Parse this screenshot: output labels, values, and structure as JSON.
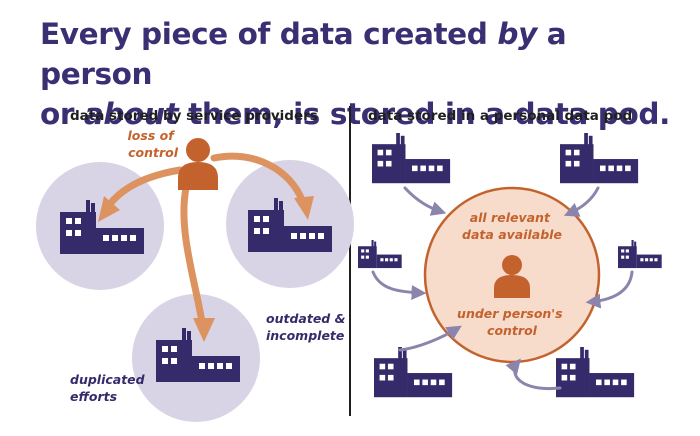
{
  "headline": {
    "line1_pre": "Every piece of data created ",
    "line1_em": "by",
    "line1_post": " a person",
    "line2_pre": "or ",
    "line2_em": "about",
    "line2_post": " them, is stored in a data pod."
  },
  "left_panel": {
    "heading": "data stored by service providers",
    "loss_of_control": [
      "loss of",
      "control"
    ],
    "outdated": [
      "outdated &",
      "incomplete"
    ],
    "duplicated": [
      "duplicated",
      "efforts"
    ]
  },
  "right_panel": {
    "heading": "data stored in a personal data pod",
    "all_relevant": [
      "all relevant",
      "data available"
    ],
    "under_control": [
      "under person's",
      "control"
    ]
  },
  "colors": {
    "headline": "#3a2f72",
    "factory": "#352b6b",
    "window": "#ffffff",
    "person": "#c4622d",
    "arrow_left": "#dc9360",
    "label_orange": "#c4622d",
    "label_purple": "#352b6b",
    "circle_bg": "#d8d4e6",
    "pod_fill": "#f7dccc",
    "pod_stroke": "#c4622d",
    "arrow_right": "#8b84ad"
  },
  "icons": [
    "factory-icon",
    "person-icon",
    "arrow-icon"
  ]
}
